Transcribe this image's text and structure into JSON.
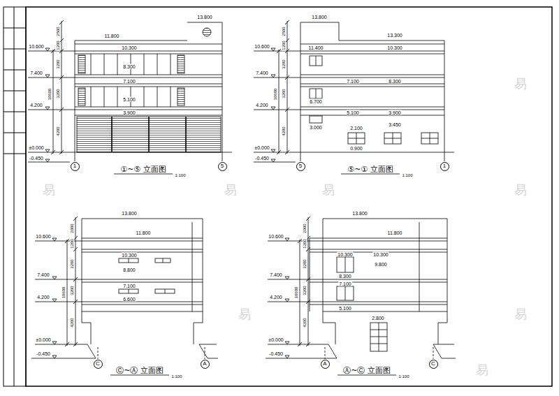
{
  "diagram": {
    "nodes": [
      {
        "text": [
          "1"
        ]
      },
      {
        "text": [
          "5"
        ]
      },
      {
        "text": [
          "5"
        ]
      },
      {
        "text": [
          "1"
        ]
      },
      {
        "text": [
          "C"
        ]
      },
      {
        "text": [
          "A"
        ]
      },
      {
        "text": [
          "A"
        ]
      },
      {
        "text": [
          "C"
        ]
      }
    ],
    "labels": [
      "13.800",
      "11.800",
      "10.300",
      "8.300",
      "7.100",
      "5.100",
      "3.900",
      "10.600",
      "7.400",
      "4.200",
      "±0.000",
      "-0.450",
      "2500",
      "1200",
      "3200",
      "3200",
      "4200",
      "10600",
      "①~⑤ 立面图",
      "1:100",
      "13.800",
      "13.300",
      "11.400",
      "10.300",
      "7.100",
      "8.300",
      "6.700",
      "5.100",
      "3.900",
      "3.000",
      "3.450",
      "2.100",
      "0.900",
      "10.600",
      "7.400",
      "4.200",
      "±0.000",
      "-0.450",
      "2500",
      "1200",
      "3200",
      "3200",
      "4200",
      "10600",
      "⑤~① 立面图",
      "1:100",
      "13.800",
      "11.800",
      "10.300",
      "8.800",
      "7.100",
      "6.600",
      "10.600",
      "7.400",
      "4.200",
      "±0.000",
      "-0.450",
      "2000",
      "1200",
      "3200",
      "3200",
      "4200",
      "10600",
      "Ⓒ~Ⓐ 立面图",
      "1:100",
      "13.800",
      "11.800",
      "10.300",
      "10.300",
      "9.800",
      "8.300",
      "7.100",
      "5.100",
      "2.800",
      "10.600",
      "7.400",
      "4.200",
      "±0.000",
      "-0.450",
      "2000",
      "1200",
      "3200",
      "3200",
      "4200",
      "10600",
      "Ⓐ~Ⓒ 立面图",
      "1:100",
      "易",
      "易",
      "易",
      "易",
      "易",
      "易",
      "易",
      "易"
    ]
  }
}
